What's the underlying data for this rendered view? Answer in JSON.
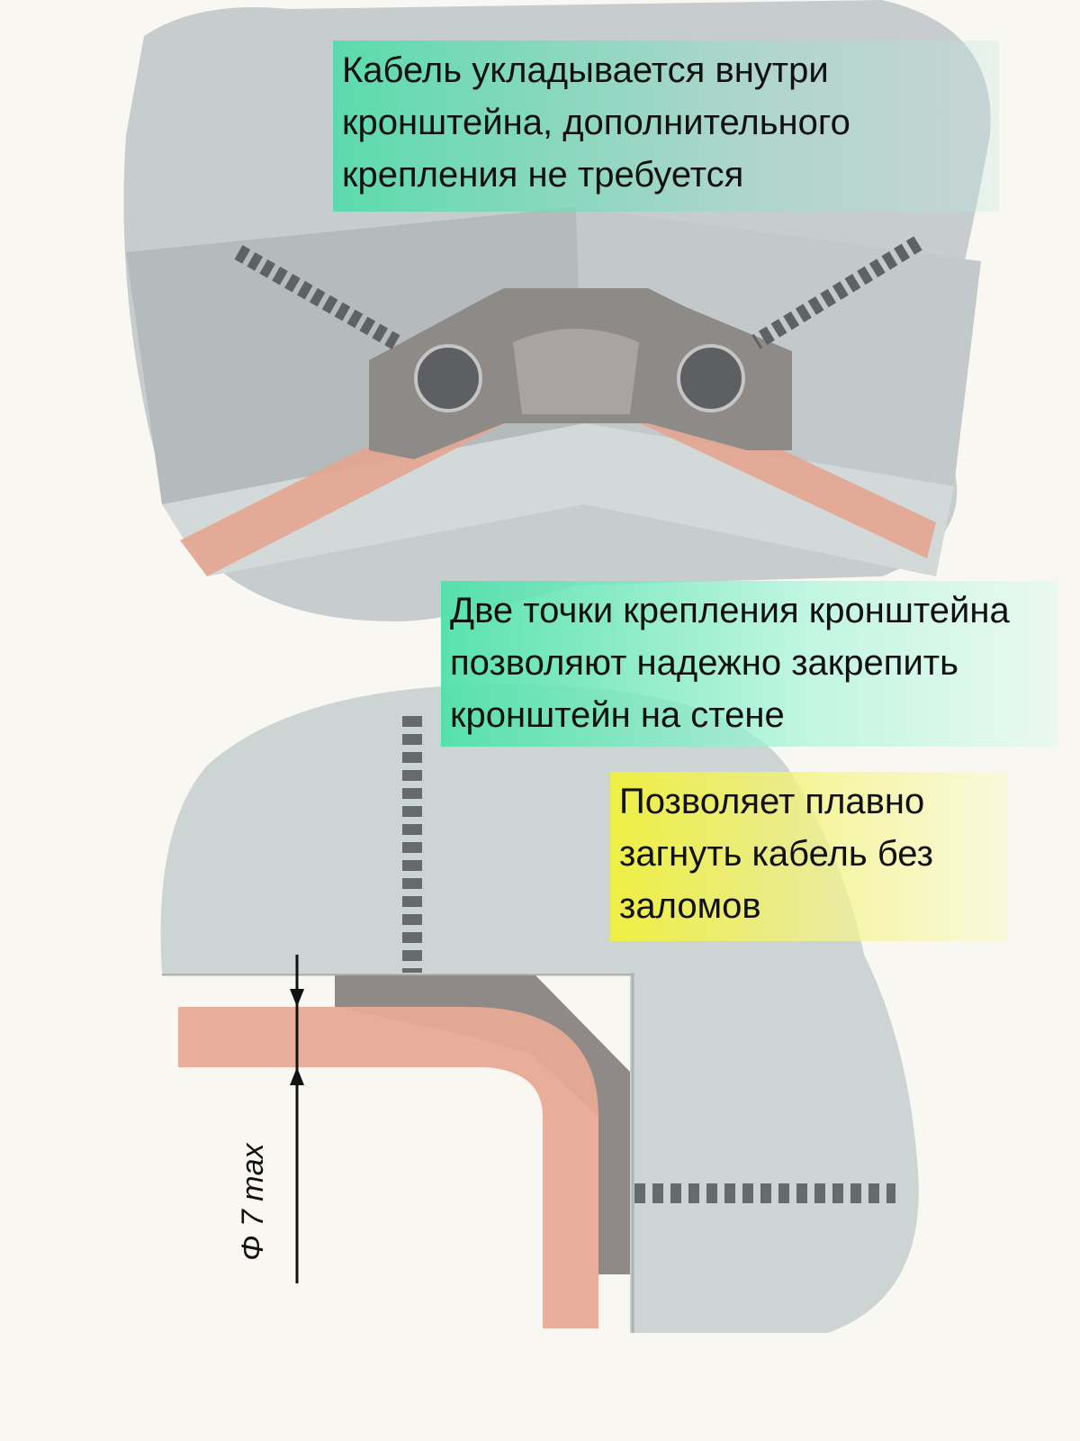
{
  "callouts": [
    {
      "lines": [
        "Кабель укладывается внутри",
        "кронштейна, дополнительного",
        "крепления не требуется"
      ]
    },
    {
      "lines": [
        "Две точки крепления кронштейна",
        "позволяют надежно закрепить",
        "кронштейн на стене"
      ]
    },
    {
      "lines": [
        "Позволяет плавно",
        "загнуть кабель без",
        "заломов"
      ]
    }
  ],
  "dimension": {
    "label": "Φ 7 max"
  },
  "colors": {
    "wall": "#c9cfd0",
    "cable": "#e8a58f",
    "bracket": "#8e8a88",
    "screw": "#6c6f72",
    "green": "#50dcaa",
    "yellow": "#f0f03c"
  }
}
